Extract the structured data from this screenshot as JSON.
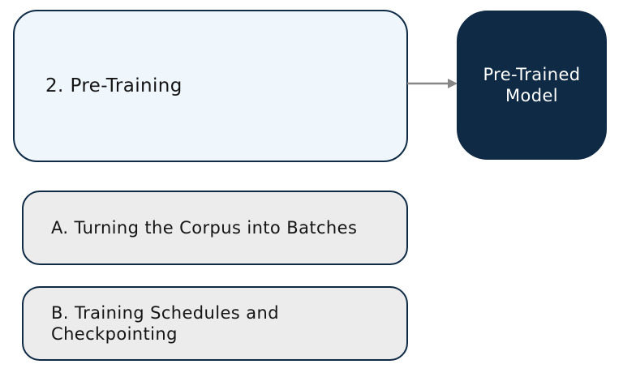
{
  "diagram": {
    "main_box": {
      "label": "2. Pre-Training"
    },
    "output_box": {
      "label": "Pre-Trained Model"
    },
    "connector": {
      "type": "arrow-right"
    },
    "sub_boxes": [
      {
        "label": "A. Turning the Corpus into Batches"
      },
      {
        "label": "B. Training Schedules and Checkpointing"
      }
    ],
    "colors": {
      "main_box_fill": "#eff6fc",
      "output_box_fill": "#0f2a44",
      "sub_box_fill": "#ececec",
      "stroke": "#0e2a44",
      "arrow": "#878787",
      "text": "#141414",
      "output_text": "#ffffff"
    }
  }
}
